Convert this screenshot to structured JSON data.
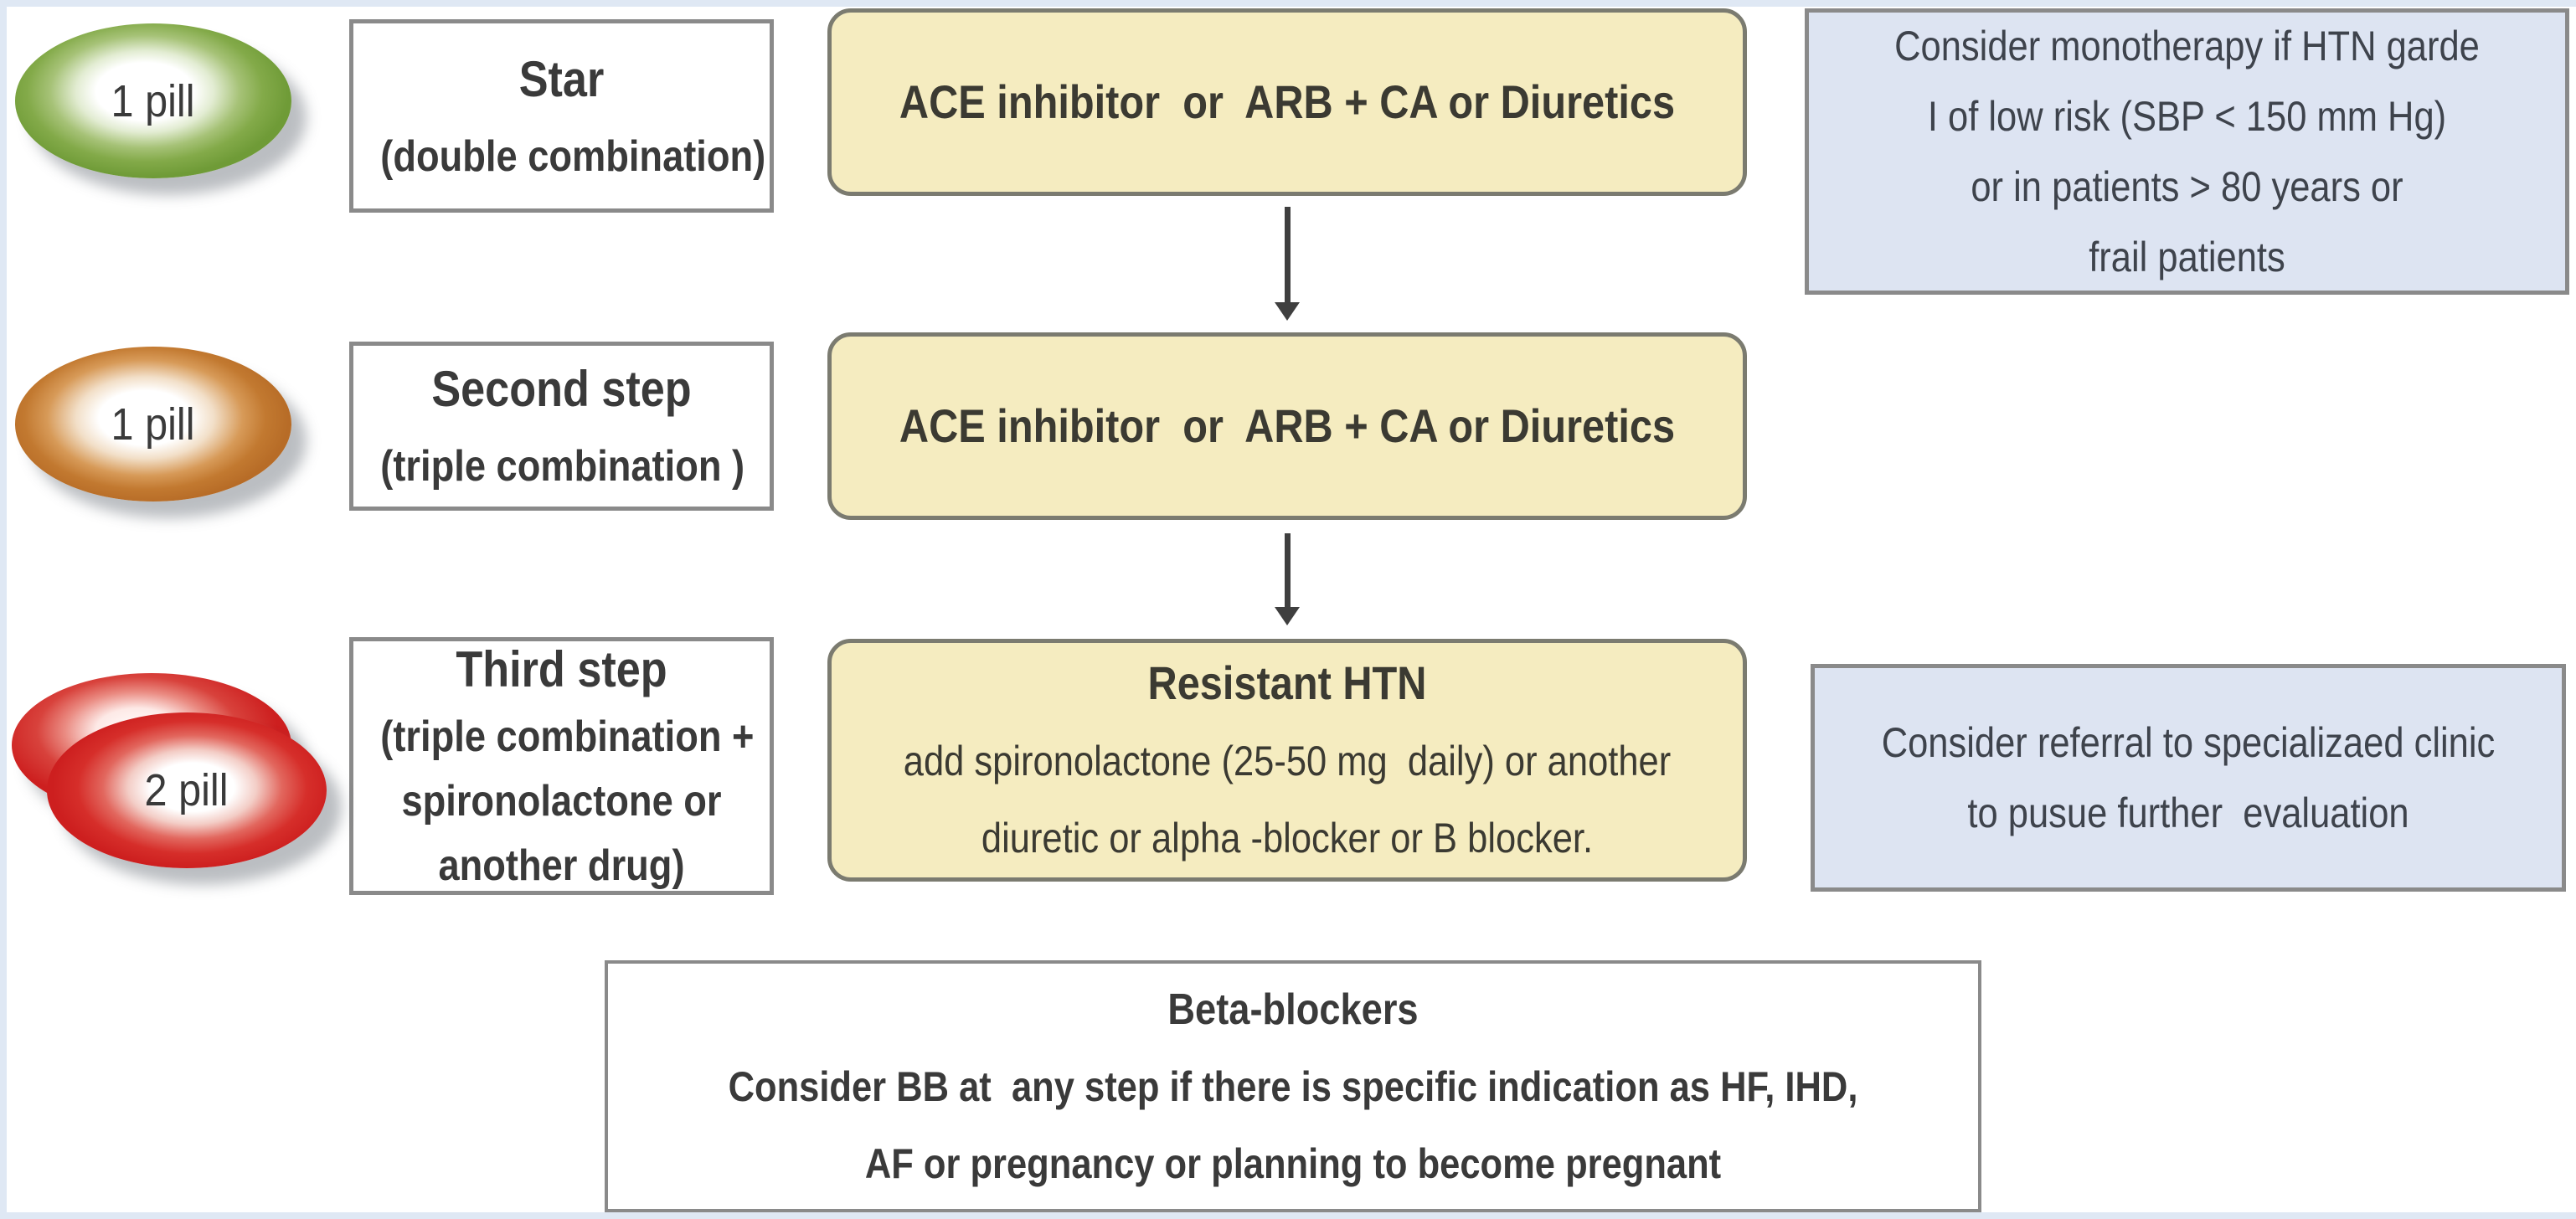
{
  "colors": {
    "background_strip": "#dfe8f4",
    "action_fill": "#f5ecc0",
    "action_border": "#7b7b70",
    "note_fill": "#dde4f2",
    "box_border": "#8a8a8a",
    "arrow": "#3f3f3f",
    "text": "#3a3a3a",
    "pill_green": "#6f9b37",
    "pill_orange": "#b76c27",
    "pill_red": "#cd1f1f"
  },
  "rows": [
    {
      "pill_label": "1 pill",
      "step": {
        "lines": [
          "Star",
          "(double combination)"
        ]
      },
      "action": {
        "lines": [
          "ACE inhibitor  or  ARB + CA or Diuretics"
        ]
      },
      "note": {
        "lines": [
          "Consider monotherapy if HTN garde",
          "I of low risk (SBP < 150 mm Hg)",
          "or in patients > 80 years or",
          "frail patients"
        ]
      }
    },
    {
      "pill_label": "1 pill",
      "step": {
        "lines": [
          "Second step",
          "(triple combination )"
        ]
      },
      "action": {
        "lines": [
          "ACE inhibitor  or  ARB + CA or Diuretics"
        ]
      }
    },
    {
      "pill_label": "2 pill",
      "step": {
        "lines": [
          "Third step",
          "(triple combination +",
          "spironolactone or",
          "another drug)"
        ]
      },
      "action": {
        "title": "Resistant HTN",
        "lines": [
          "add spironolactone (25-50 mg  daily) or another",
          "diuretic or alpha -blocker or B blocker."
        ]
      },
      "note": {
        "lines": [
          "Consider referral to specializaed clinic",
          "to pusue further  evaluation"
        ]
      }
    }
  ],
  "footer": {
    "title": "Beta-blockers",
    "lines": [
      "Consider BB at  any step if there is specific indication as HF, IHD,",
      "AF or pregnancy or planning to become pregnant"
    ]
  }
}
